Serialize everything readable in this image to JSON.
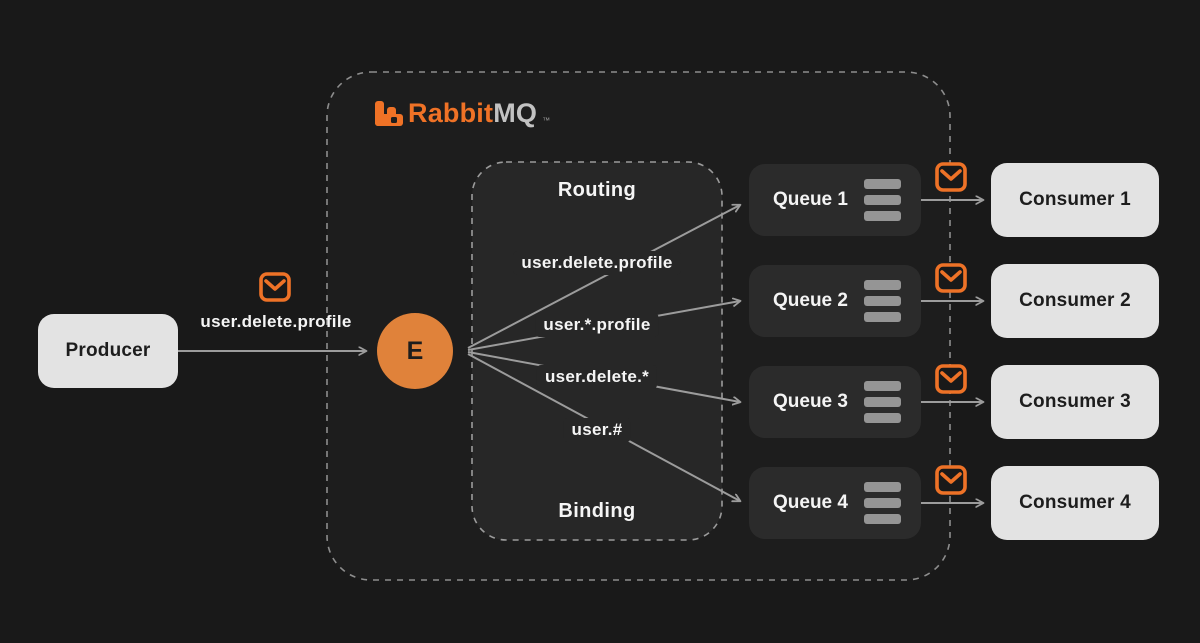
{
  "diagram": {
    "title_logo": {
      "brand_orange": "Rabbit",
      "brand_gray": "MQ",
      "trademark": "™"
    },
    "producer": {
      "label": "Producer"
    },
    "exchange": {
      "label": "E"
    },
    "message": {
      "routing_key": "user.delete.profile"
    },
    "routing_box": {
      "top_label": "Routing",
      "bottom_label": "Binding",
      "bindings": [
        "user.delete.profile",
        "user.*.profile",
        "user.delete.*",
        "user.#"
      ]
    },
    "queues": [
      {
        "label": "Queue 1"
      },
      {
        "label": "Queue 2"
      },
      {
        "label": "Queue 3"
      },
      {
        "label": "Queue 4"
      }
    ],
    "consumers": [
      {
        "label": "Consumer 1"
      },
      {
        "label": "Consumer 2"
      },
      {
        "label": "Consumer 3"
      },
      {
        "label": "Consumer 4"
      }
    ],
    "icons": {
      "envelope": "envelope-icon",
      "queue_bars": "queue-messages-icon",
      "rabbit": "rabbitmq-logo-icon"
    },
    "colors": {
      "background": "#191919",
      "container_fill": "#1d1d1d",
      "routing_fill": "#272727",
      "queue_fill": "#2b2b2b",
      "light_box": "#e3e3e3",
      "accent_orange": "#ef7226",
      "exchange_orange": "#e0823a",
      "arrow_gray": "#9c9c9c"
    }
  }
}
